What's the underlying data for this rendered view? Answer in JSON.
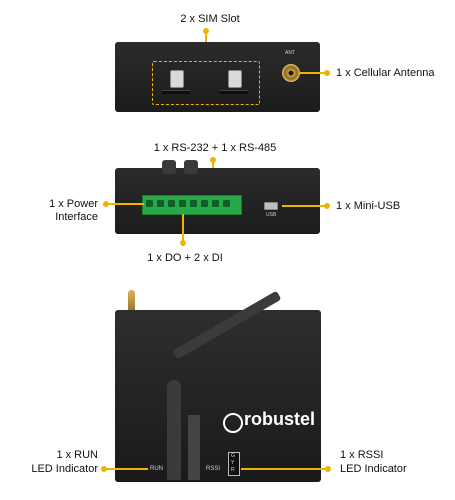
{
  "callouts": {
    "sim_slot": "2 x SIM Slot",
    "cellular_antenna": "1 x Cellular Antenna",
    "serial": "1 x RS-232 + 1 x RS-485",
    "power_line1": "1 x Power",
    "power_line2": "Interface",
    "mini_usb": "1 x Mini-USB",
    "dio": "1 x DO + 2 x DI",
    "run_line1": "1 x RUN",
    "run_line2": "LED Indicator",
    "rssi_line1": "1 x RSSI",
    "rssi_line2": "LED Indicator"
  },
  "device_labels": {
    "ant": "ANT",
    "usb": "USB",
    "run": "RUN",
    "rssi": "RSSI",
    "led_g": "G",
    "led_y": "Y",
    "led_r": "R",
    "brand": "robustel"
  },
  "colors": {
    "callout": "#f0b400",
    "device": "#1f1f1f",
    "terminal": "#26a947"
  }
}
